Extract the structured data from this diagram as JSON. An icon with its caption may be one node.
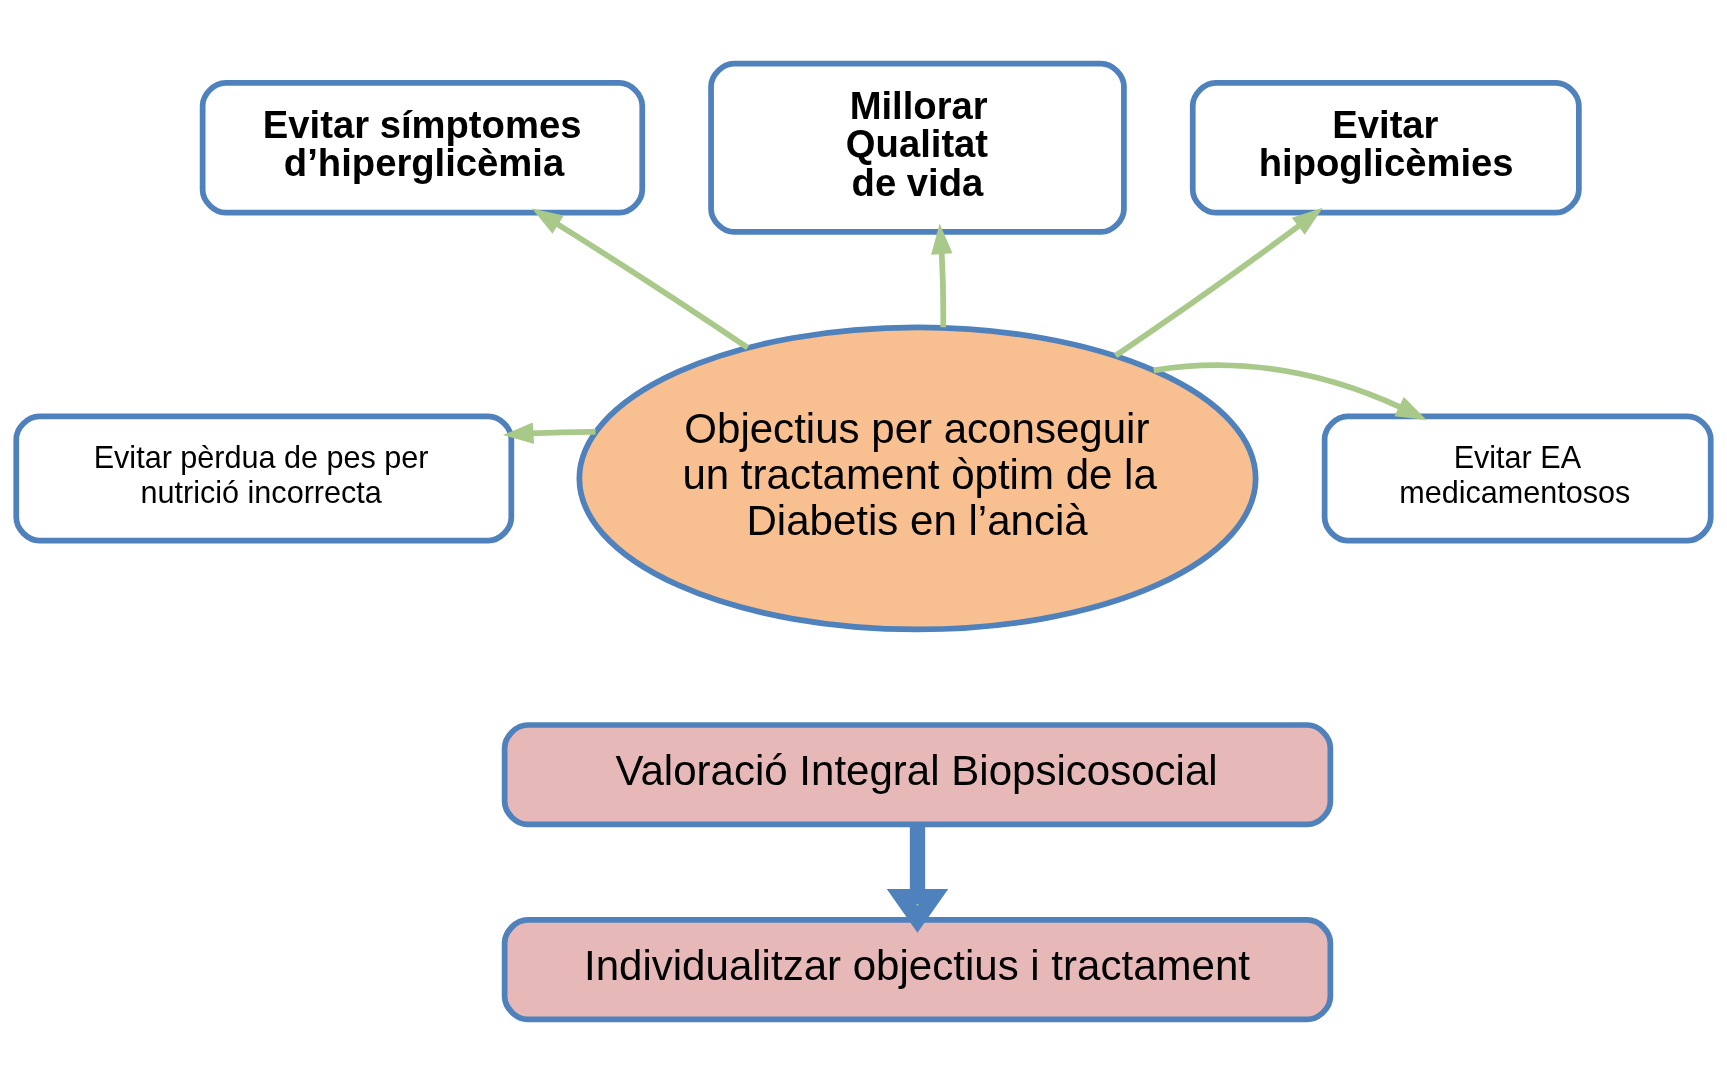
{
  "diagram": {
    "nodes": [
      {
        "text": [
          "Evitar símptomes d’hiperglicèmia"
        ]
      },
      {
        "text": [
          "Millorar Qualitat de vida"
        ]
      },
      {
        "text": [
          "Evitar hipoglicèmies"
        ]
      },
      {
        "text": [
          "Evitar pèrdua de pes per nutrició incorrecta"
        ]
      },
      {
        "text": [
          "Objectius per aconseguir un tractament òptim de la Diabetis en l’ancià"
        ]
      },
      {
        "text": [
          "Evitar EA medicamentosos"
        ]
      },
      {
        "text": [
          "Valoració Integral Biopsicosocial"
        ]
      },
      {
        "text": [
          "Individualitzar objectius i tractament"
        ]
      }
    ],
    "edges": [
      {
        "from": 4,
        "to": 0,
        "arrow": "to",
        "color": "#a9c98a"
      },
      {
        "from": 4,
        "to": 1,
        "arrow": "to",
        "color": "#a9c98a"
      },
      {
        "from": 4,
        "to": 2,
        "arrow": "to",
        "color": "#a9c98a"
      },
      {
        "from": 4,
        "to": 3,
        "arrow": "to",
        "color": "#a9c98a"
      },
      {
        "from": 4,
        "to": 5,
        "arrow": "to",
        "color": "#a9c98a"
      },
      {
        "from": 6,
        "to": 7,
        "arrow": "to",
        "style": "thick"
      }
    ]
  }
}
